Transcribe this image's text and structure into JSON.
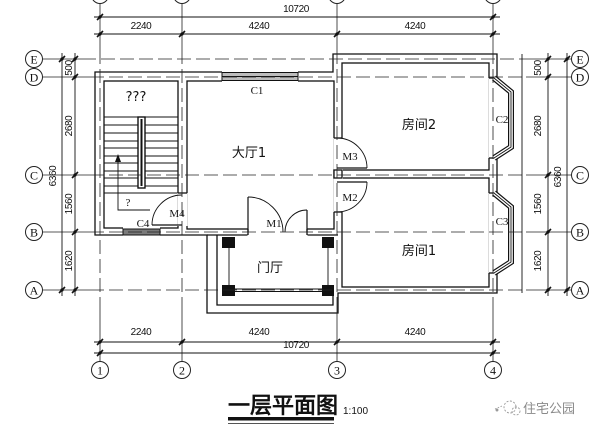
{
  "drawing": {
    "title": "一层平面图",
    "scale": "1:100"
  },
  "watermark": {
    "icon": "wechat-icon",
    "text": "住宅公园"
  },
  "grid": {
    "vertical_axes": [
      "1",
      "2",
      "3",
      "4"
    ],
    "horizontal_axes": [
      "E",
      "D",
      "C",
      "B",
      "A"
    ]
  },
  "dimensions": {
    "top": {
      "overall": "10720",
      "segments": [
        "2240",
        "4240",
        "4240"
      ]
    },
    "bottom": {
      "overall": "10720",
      "segments": [
        "2240",
        "4240",
        "4240"
      ]
    },
    "left": {
      "overall": "6360",
      "segments": [
        "500",
        "2680",
        "1560",
        "1620"
      ]
    },
    "right": {
      "overall": "6360",
      "segments": [
        "500",
        "2680",
        "1560",
        "1620"
      ]
    }
  },
  "rooms": {
    "stair": {
      "label": "???",
      "note": "?"
    },
    "hall": {
      "label": "大厅1"
    },
    "room2": {
      "label": "房间2"
    },
    "room1": {
      "label": "房间1"
    },
    "porch": {
      "label": "门厅"
    }
  },
  "doors": {
    "m1": "M1",
    "m2": "M2",
    "m3": "M3",
    "m4": "M4"
  },
  "windows": {
    "c1": "C1",
    "c2": "C2",
    "c3": "C3",
    "c4": "C4"
  },
  "colors": {
    "line": "#111111",
    "background": "#ffffff",
    "window_fill": "#bdbdbd",
    "watermark": "#8a8a8a"
  }
}
